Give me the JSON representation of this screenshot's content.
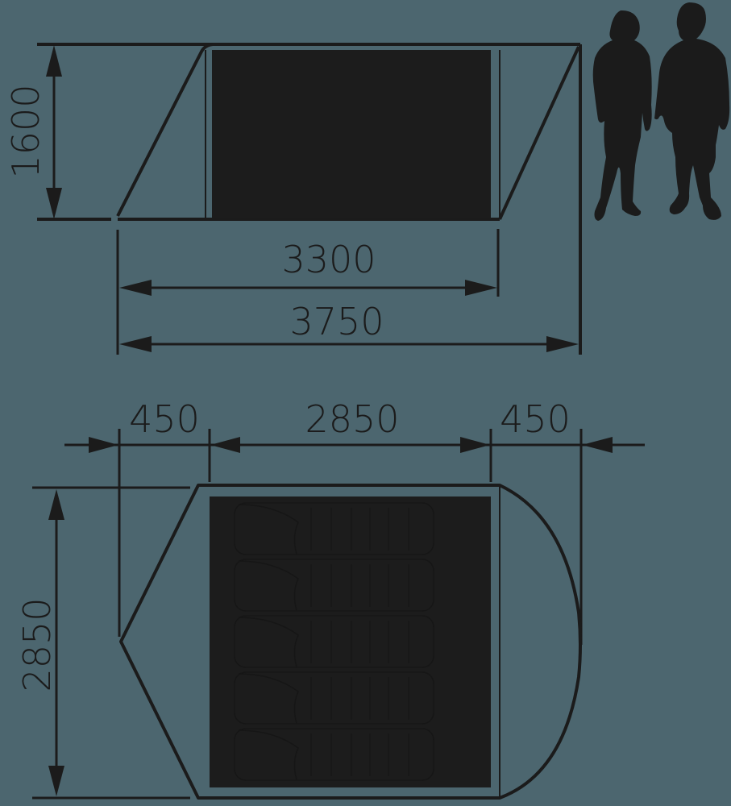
{
  "colors": {
    "background": "#4c666f",
    "ink": "#1b1b1b",
    "inner_room": "#1c1c1c",
    "sleeping_bag_outline": "#161616"
  },
  "side_view": {
    "label": "side-view",
    "dimensions": {
      "height": "1600",
      "inner_length": "3300",
      "total_length": "3750"
    }
  },
  "top_view": {
    "label": "top-view",
    "dimensions": {
      "left_vestibule": "450",
      "inner_length": "2850",
      "right_vestibule": "450",
      "width": "2850"
    },
    "sleeping_bags": 5
  },
  "scale_figures": {
    "icons": [
      "woman-silhouette-icon",
      "man-silhouette-icon"
    ]
  }
}
